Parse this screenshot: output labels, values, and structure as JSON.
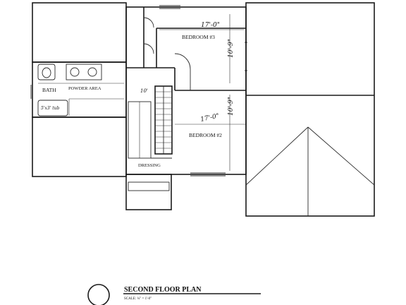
{
  "plan": {
    "title": "SECOND FLOOR PLAN",
    "scale": "SCALE: ¼\" = 1'-0\"",
    "rooms": {
      "bedroom3": "BEDROOM #3",
      "bedroom2": "BEDROOM #2",
      "bath": "BATH",
      "powder": "POWDER AREA",
      "dressing": "DRESSING"
    },
    "dimensions": {
      "bed3_width": "17'-0\"",
      "bed3_depth": "10'-9\"",
      "bed2_width": "17'-0\"",
      "bed2_depth": "10'-9\"",
      "stair_note": "10'",
      "bath_fixture": "5'x3' tub"
    }
  }
}
